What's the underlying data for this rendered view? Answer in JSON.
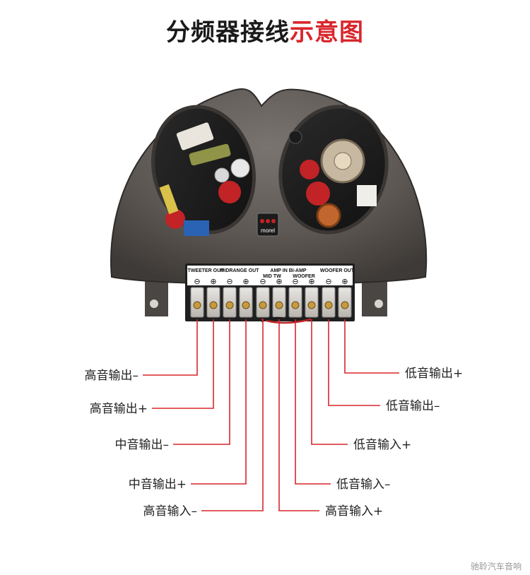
{
  "title": {
    "part1": "分频器接线",
    "part2": "示意图"
  },
  "colors": {
    "accent": "#d9262c",
    "text": "#222222",
    "housing": "#5a5552"
  },
  "brand": "morel",
  "strip": {
    "groups": [
      "TWEETER OUT",
      "MIDRANGE OUT",
      "AMP IN BI-AMP",
      "WOOFER OUT"
    ],
    "sub": [
      "MID TW",
      "WOOFER"
    ],
    "minus": "⊖",
    "plus": "⊕"
  },
  "labels": {
    "left": [
      "高音输出–",
      "高音输出+",
      "中音输出–",
      "中音输出+",
      "高音输入–"
    ],
    "right": [
      "低音输出+",
      "低音输出–",
      "低音输入+",
      "低音输入–",
      "高音输入+"
    ]
  },
  "watermark": "驰聆汽车音响"
}
